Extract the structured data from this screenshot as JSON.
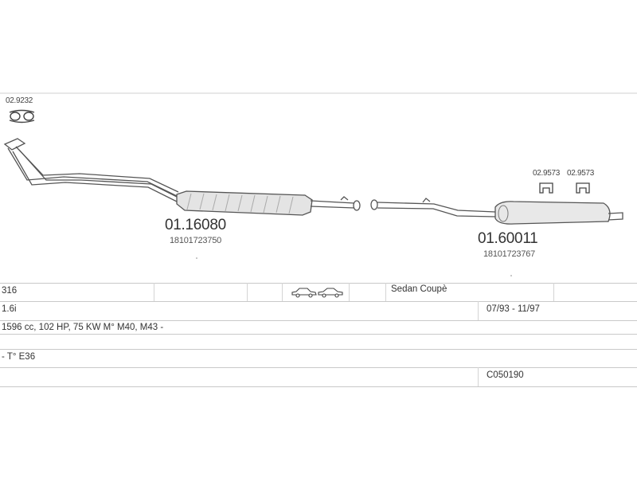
{
  "parts": {
    "clamp_top": "02.9232",
    "front_pipe_number": "01.16080",
    "front_pipe_oem": "18101723750",
    "rear_silencer_number": "01.60011",
    "rear_silencer_oem": "18101723767",
    "hanger_1": "02.9573",
    "hanger_2": "02.9573"
  },
  "vehicle": {
    "model": "316",
    "body_type": "Sedan  Coupè",
    "engine": "1.6i",
    "production": "07/93 - 11/97",
    "spec": "1596 cc, 102 HP, 75 KW  M° M40, M43 -",
    "type": "- T° E36",
    "code": "C050190"
  },
  "icons": [
    "sedan-car-icon",
    "coupe-car-icon"
  ],
  "colors": {
    "line": "#555555",
    "grid": "#c9c9c9",
    "text": "#333333"
  }
}
